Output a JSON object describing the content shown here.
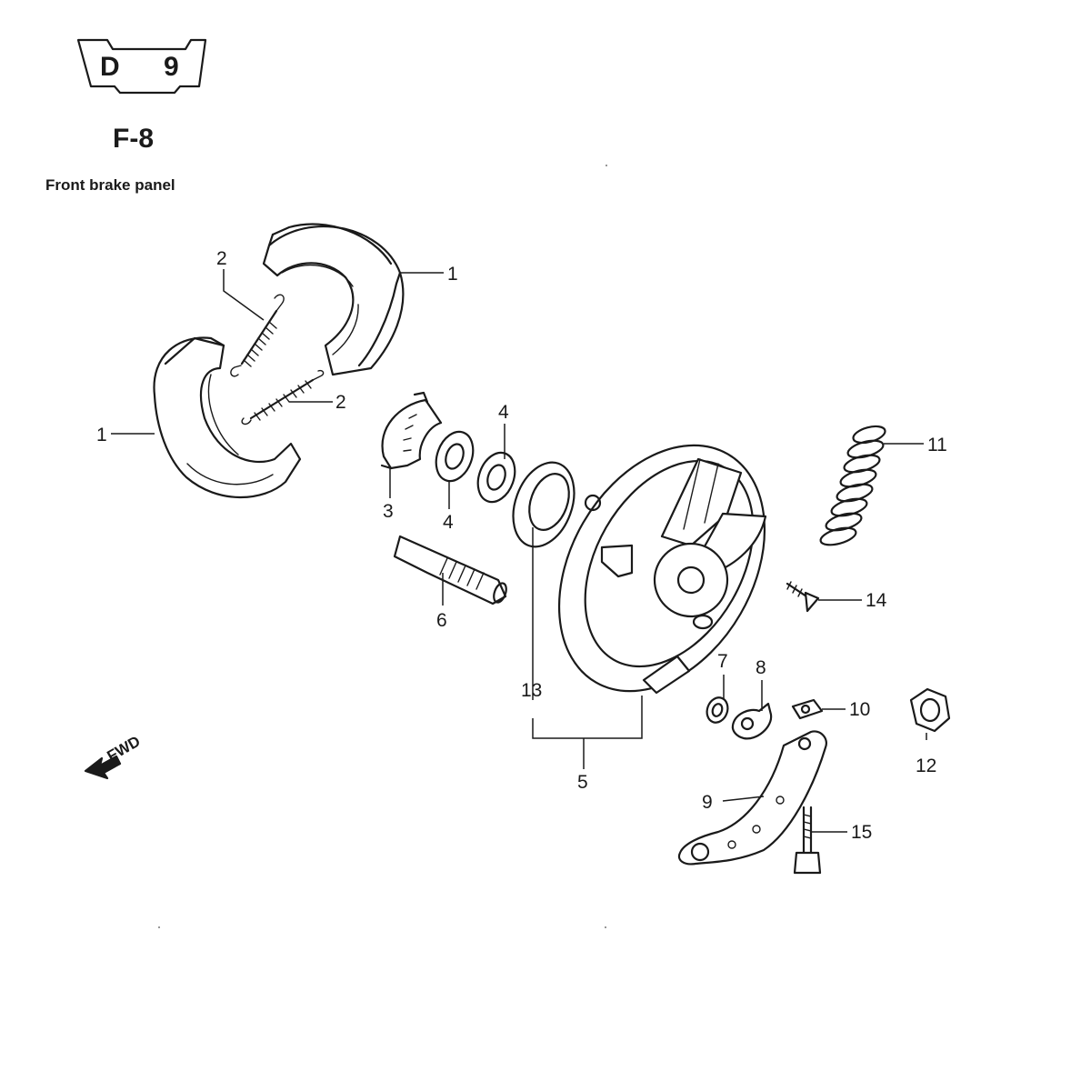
{
  "header": {
    "badge_left": "D",
    "badge_right": "9",
    "section_code": "F-8",
    "title": "Front brake panel"
  },
  "orientation": {
    "label": "FWD"
  },
  "callouts": {
    "c1a": "1",
    "c1b": "1",
    "c2a": "2",
    "c2b": "2",
    "c3": "3",
    "c4a": "4",
    "c4b": "4",
    "c5": "5",
    "c6": "6",
    "c7": "7",
    "c8": "8",
    "c9": "9",
    "c10": "10",
    "c11": "11",
    "c12": "12",
    "c13": "13",
    "c14": "14",
    "c15": "15"
  }
}
